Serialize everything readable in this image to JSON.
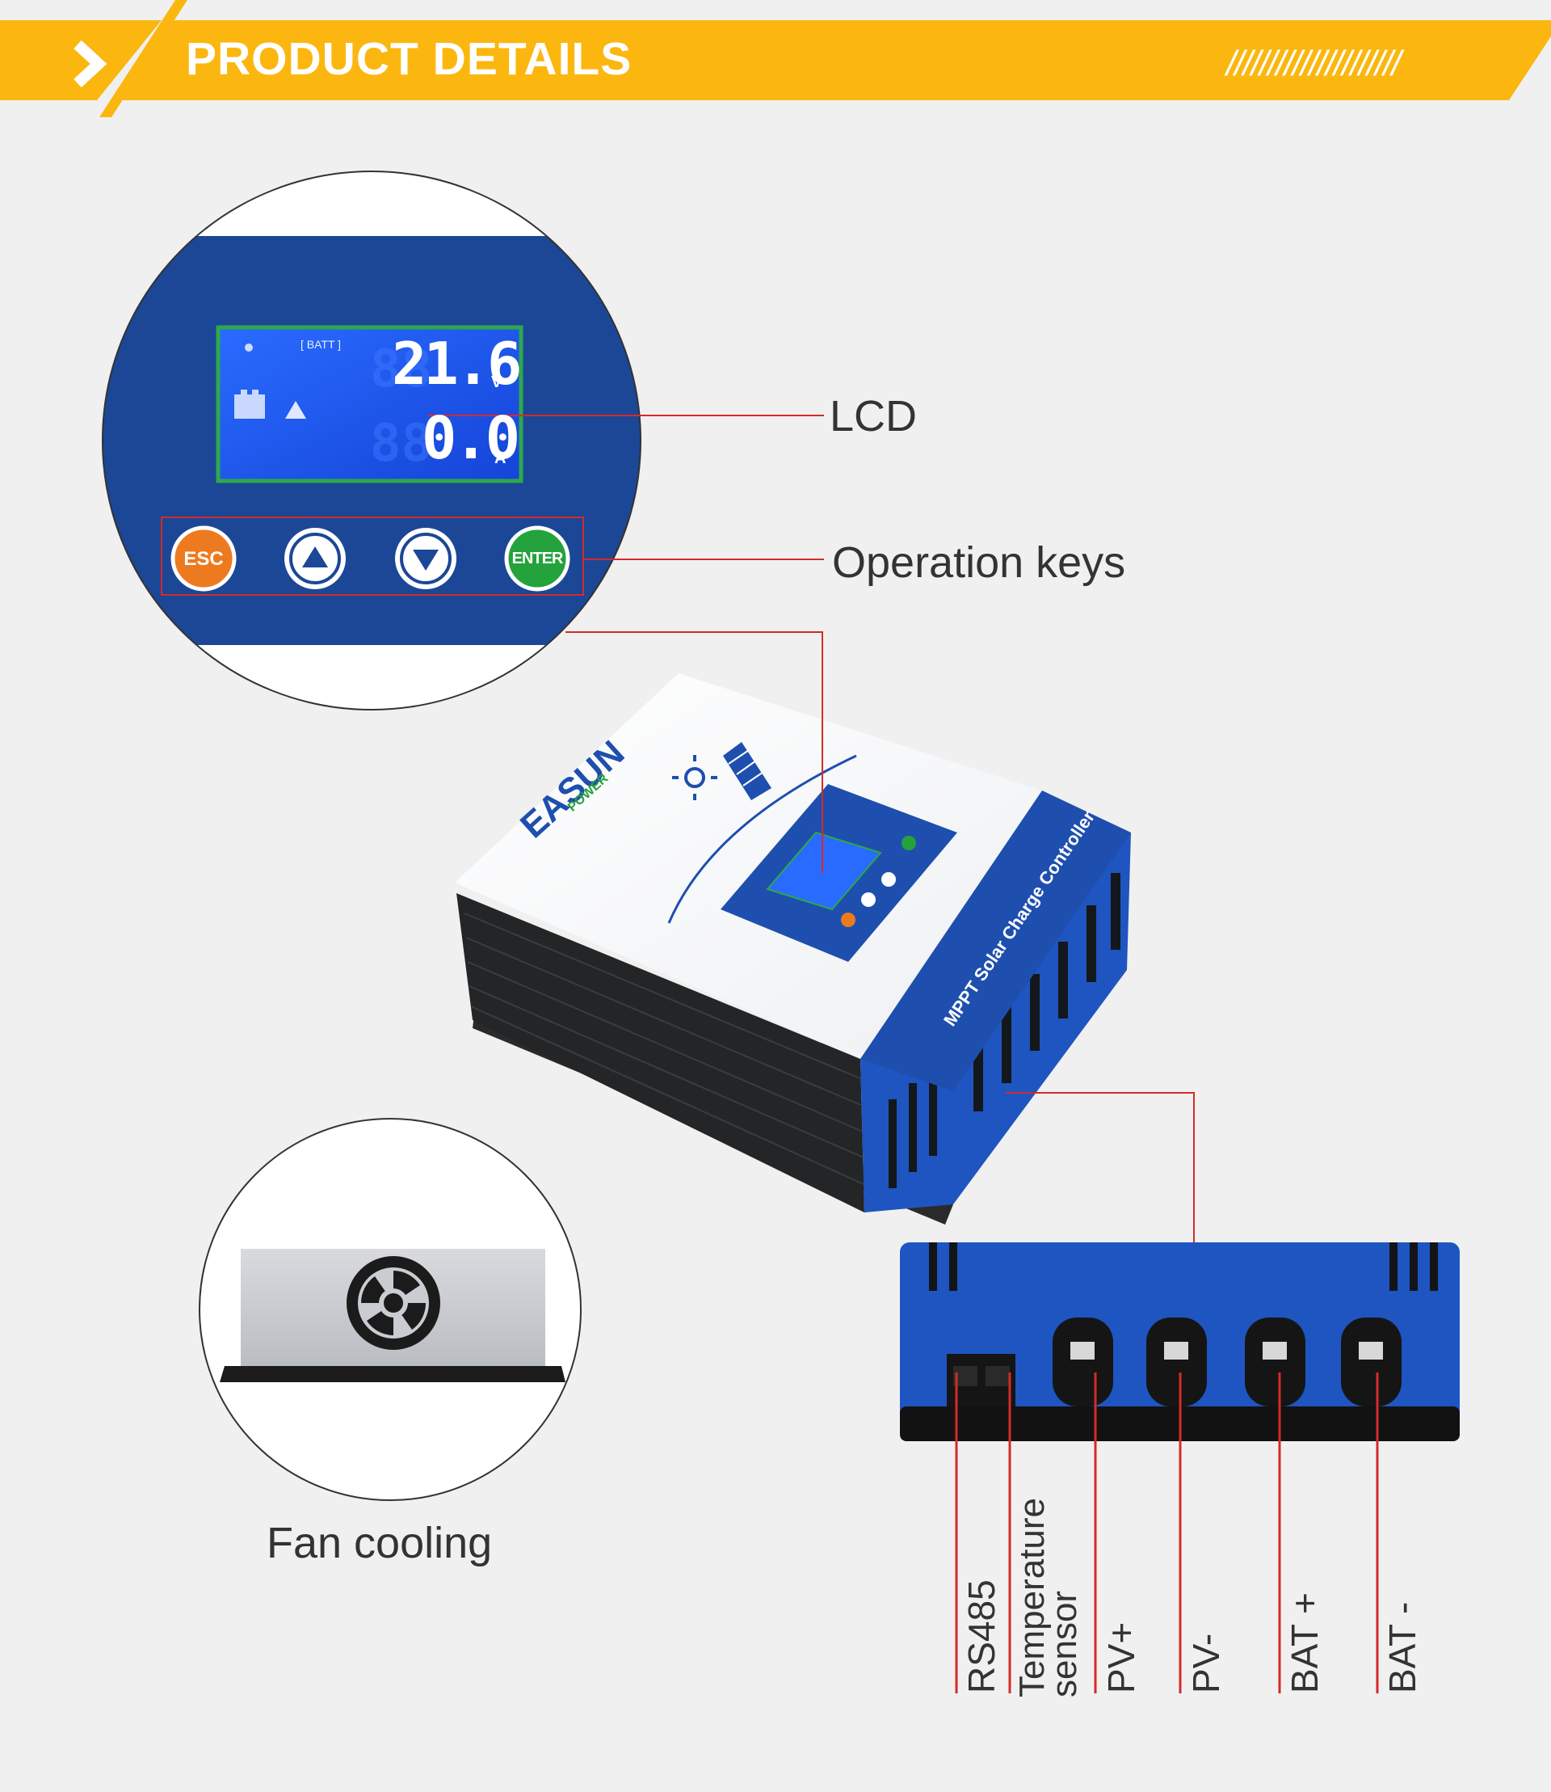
{
  "banner": {
    "title": "PRODUCT DETAILS",
    "hatch": "/////////////////////",
    "color": "#fbb710"
  },
  "callouts": {
    "lcd": "LCD",
    "keys": "Operation keys",
    "fan": "Fan cooling"
  },
  "lcd": {
    "tag": "[ BATT ]",
    "reading_top": "21.6",
    "unit_top": "V",
    "reading_bottom": "0.0",
    "unit_bottom": "A"
  },
  "keys": {
    "esc": "ESC",
    "enter": "ENTER"
  },
  "device": {
    "brand": "EASUN",
    "brand_sub": "POWER",
    "model": "MPPT Solar Charge Controller"
  },
  "terminals": {
    "rs485": "RS485",
    "temp_line1": "Temperature",
    "temp_line2": "sensor",
    "pv_plus": "PV+",
    "pv_minus": "PV-",
    "bat_plus": "BAT +",
    "bat_minus": "BAT -"
  },
  "colors": {
    "accent": "#fbb710",
    "panel_blue": "#1f4a9a",
    "callout_line": "#d62a2a",
    "lcd_blue": "#1c57f0"
  }
}
